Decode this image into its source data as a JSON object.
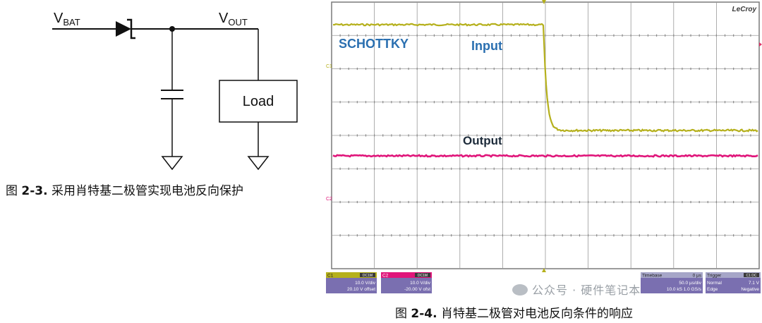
{
  "circuit": {
    "vbat_main": "V",
    "vbat_sub": "BAT",
    "vout_main": "V",
    "vout_sub": "OUT",
    "load_label": "Load"
  },
  "figure_left_caption": {
    "prefix": "图 ",
    "number": "2-3.",
    "text": " 采用肖特基二极管实现电池反向保护"
  },
  "figure_right_caption": {
    "prefix": "图 ",
    "number": "2-4.",
    "text": " 肖特基二极管对电池反向条件的响应"
  },
  "scope": {
    "brand": "LeCroy",
    "label_schottky": "SCHOTTKY",
    "label_input": "Input",
    "label_output": "Output",
    "marker_c1": "C1",
    "marker_c2": "C2",
    "colors": {
      "input_trace": "#b5b01c",
      "output_trace": "#e0157a",
      "grid": "#9a9a9a",
      "label_blue": "#2a6fb0"
    },
    "footer": {
      "c1_title": "C1",
      "c1_tag": "DC1M",
      "c1_vdiv": "10.0 V/div",
      "c1_offset": "20.10 V offset",
      "c2_title": "C2",
      "c2_tag": "DC1M",
      "c2_vdiv": "10.0 V/div",
      "c2_offset": "-20.00 V ofst",
      "timebase_label": "Timebase",
      "timebase_value": "0 µs",
      "timebase_div": "50.0 µs/div",
      "timebase_rate": "10.0 kS  1.0 GS/s",
      "trigger_label": "Trigger",
      "trigger_tag": "C1 DC",
      "trigger_mode": "Normal",
      "trigger_level": "7.1 V",
      "trigger_edge": "Edge",
      "trigger_slope": "Negative"
    }
  },
  "watermark": "公众号 · 硬件笔记本"
}
